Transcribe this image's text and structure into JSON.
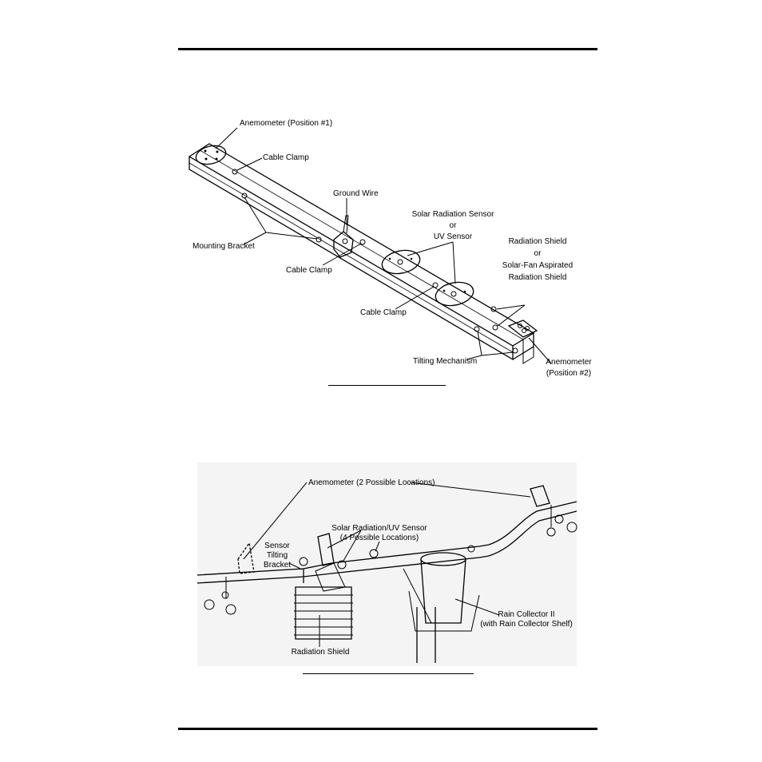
{
  "figure1": {
    "labels": {
      "anemometer_pos1": "Anemometer (Position #1)",
      "cable_clamp_1": "Cable Clamp",
      "ground_wire": "Ground Wire",
      "solar_line1": "Solar Radiation Sensor",
      "solar_line2": "or",
      "solar_line3": "UV Sensor",
      "mounting_bracket": "Mounting Bracket",
      "cable_clamp_2": "Cable Clamp",
      "shield_line1": "Radiation Shield",
      "shield_line2": "or",
      "shield_line3": "Solar-Fan Aspirated",
      "shield_line4": "Radiation Shield",
      "cable_clamp_3": "Cable Clamp",
      "tilting_mechanism": "Tilting Mechanism",
      "anemometer_pos2_line1": "Anemometer",
      "anemometer_pos2_line2": "(Position #2)"
    }
  },
  "figure2": {
    "labels": {
      "anemometer": "Anemometer (2 Possible Locations)",
      "solar_uv_line1": "Solar Radiation/UV Sensor",
      "solar_uv_line2": "(4 Possible Locations)",
      "tilt_line1": "Sensor",
      "tilt_line2": "Tilting",
      "tilt_line3": "Bracket",
      "rain_line1": "Rain Collector II",
      "rain_line2": "(with Rain Collector Shelf)",
      "radiation_shield": "Radiation Shield"
    }
  }
}
